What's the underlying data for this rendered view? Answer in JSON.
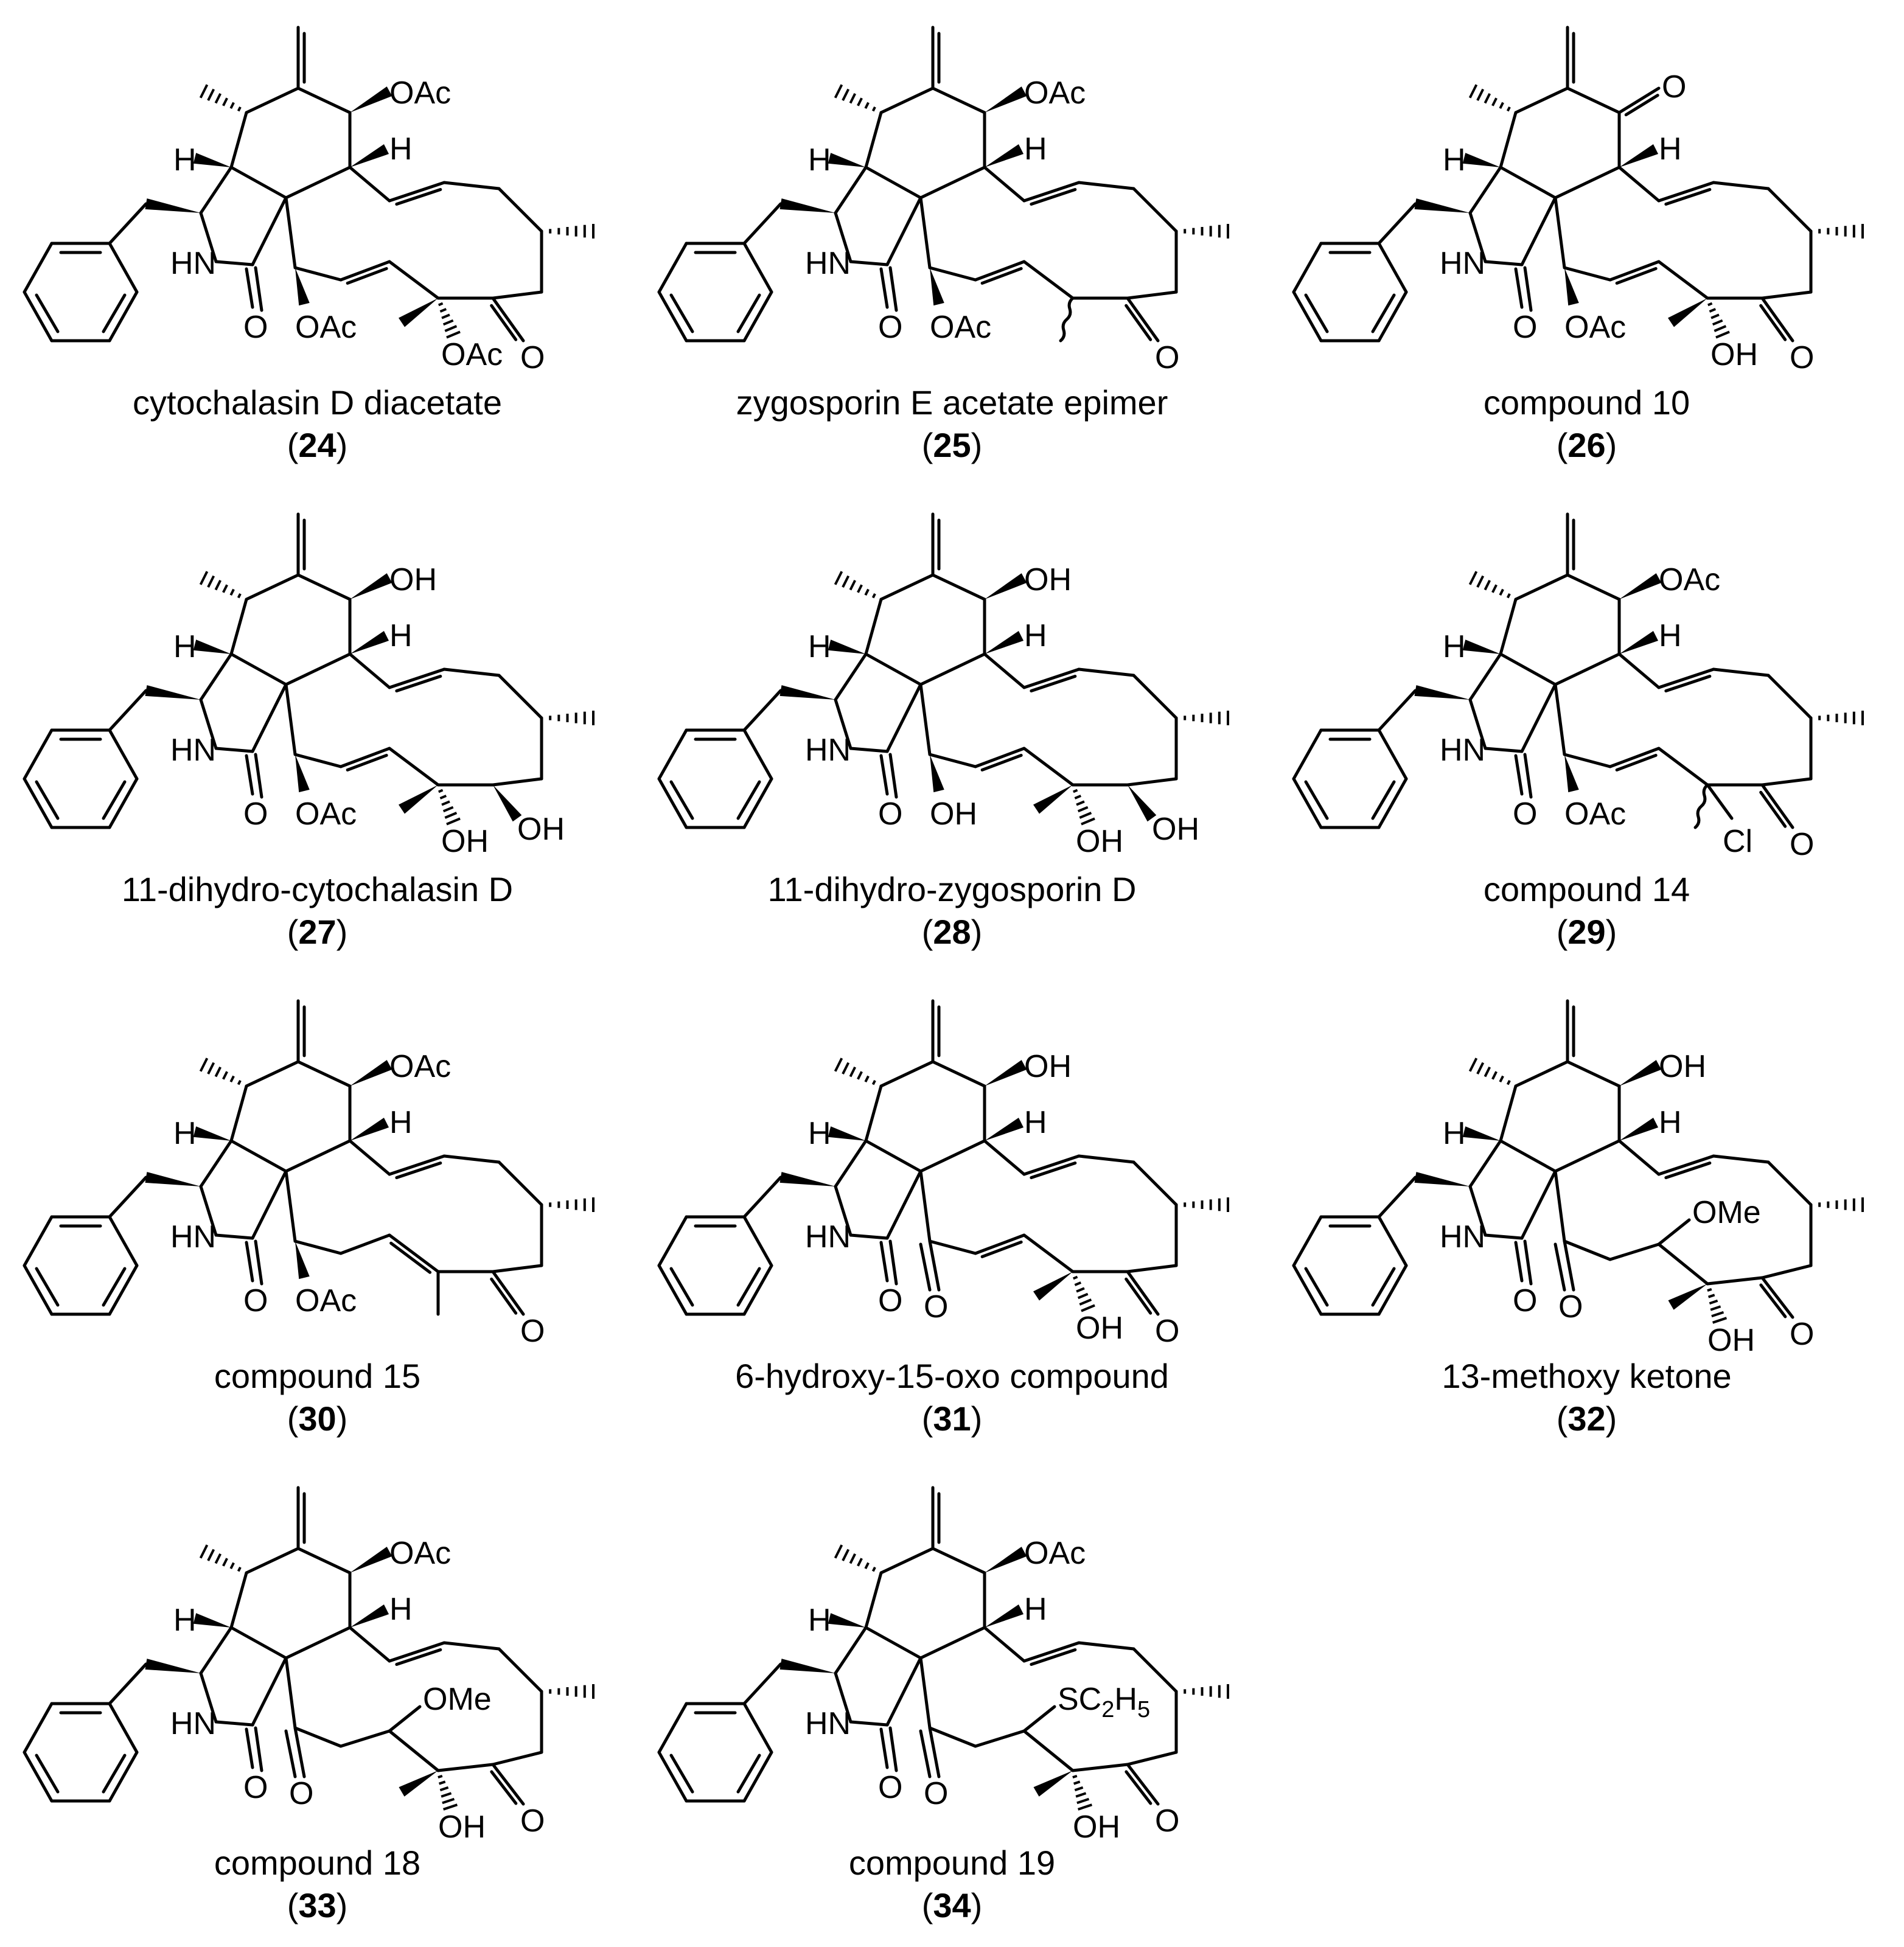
{
  "compounds": [
    {
      "id": "24",
      "name": "cytochalasin D diacetate",
      "subs": {
        "c7": "OAc",
        "c6": "=CH2",
        "c21": "OAc",
        "c17": "O",
        "c18": "OAc",
        "c20": "",
        "macro": "std",
        "acOnC21": true
      }
    },
    {
      "id": "25",
      "name": "zygosporin E acetate epimer",
      "subs": {
        "c7": "OAc",
        "c6": "=CH2",
        "c21": "OAc",
        "c17": "O",
        "c18": "",
        "macro": "wavy"
      }
    },
    {
      "id": "26",
      "name": "compound 10",
      "subs": {
        "c7": "O",
        "c6": "=CH2",
        "c21": "OAc",
        "c17": "O",
        "c18": "OH",
        "macro": "std"
      }
    },
    {
      "id": "27",
      "name": "11-dihydro-cytochalasin  D",
      "subs": {
        "c7": "OH",
        "c6": "=CH2",
        "c21": "OAc",
        "c17": "OH",
        "c18": "OH",
        "macro": "std"
      }
    },
    {
      "id": "28",
      "name": "11-dihydro-zygosporin  D",
      "subs": {
        "c7": "OH",
        "c6": "=CH2",
        "c21": "OH",
        "c17": "OH",
        "c18": "OH",
        "macro": "std"
      }
    },
    {
      "id": "29",
      "name": "compound 14",
      "subs": {
        "c7": "OAc",
        "c6": "=CH2",
        "c21": "OAc",
        "c17": "O",
        "c18": "Cl",
        "macro": "wavy"
      }
    },
    {
      "id": "30",
      "name": "compound 15",
      "subs": {
        "c7": "OAc",
        "c6": "=CH2",
        "c21": "OAc",
        "c17": "O",
        "c18": "",
        "macro": "enone"
      }
    },
    {
      "id": "31",
      "name": "6-hydroxy-15-oxo compound",
      "subs": {
        "c7": "OH",
        "c6": "=CH2",
        "c21": "O",
        "c17": "O",
        "c18": "OH",
        "macro": "std"
      }
    },
    {
      "id": "32",
      "name": "13-methoxy ketone",
      "subs": {
        "c7": "OH",
        "c6": "=CH2",
        "c21": "O",
        "c17": "O",
        "c18": "OH",
        "macro": "ome"
      }
    },
    {
      "id": "33",
      "name": "compound 18",
      "subs": {
        "c7": "OAc",
        "c6": "=CH2",
        "c21": "O",
        "c17": "O",
        "c18": "OH",
        "macro": "ome"
      }
    },
    {
      "id": "34",
      "name": "compound 19",
      "subs": {
        "c7": "OAc",
        "c6": "=CH2",
        "c21": "O",
        "c17": "O",
        "c18": "OH",
        "macro": "set"
      }
    }
  ],
  "atom_labels": {
    "H": "H",
    "HN": "HN",
    "O": "O",
    "OAc": "OAc",
    "OH": "OH",
    "OMe": "OMe",
    "Cl": "Cl",
    "SC2H5": "SC2H5"
  }
}
